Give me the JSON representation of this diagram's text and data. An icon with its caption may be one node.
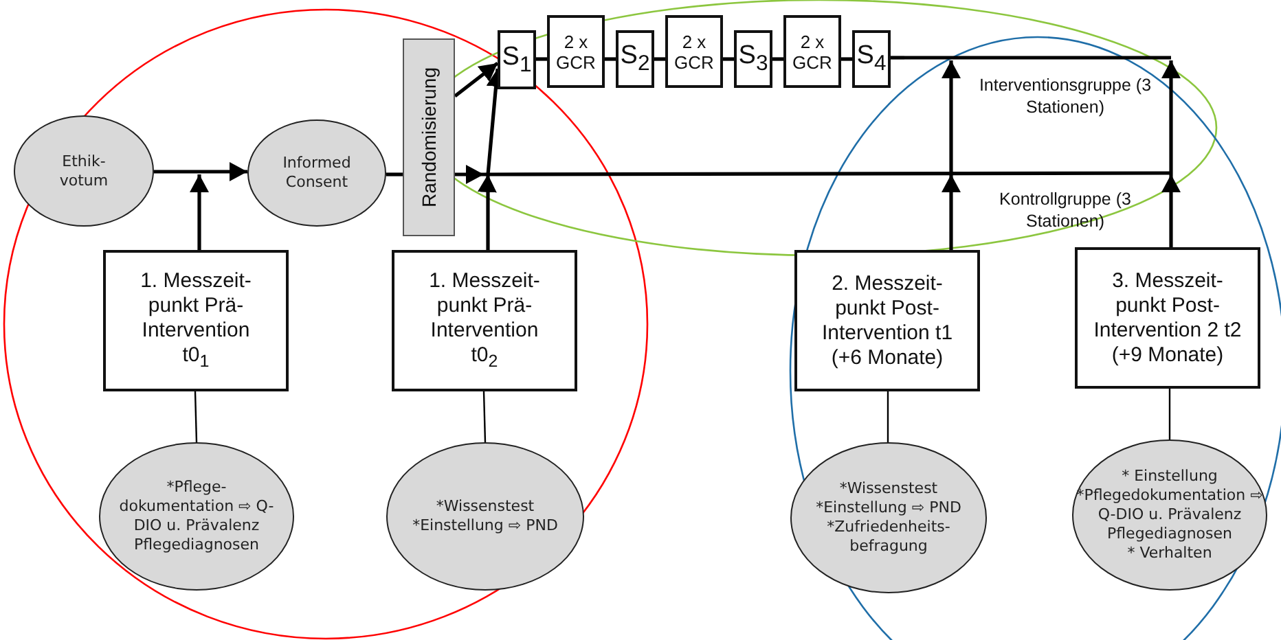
{
  "diagram": {
    "nodes": [
      {
        "text": [
          "Ethik- votum"
        ]
      },
      {
        "text": [
          "Informed Consent"
        ]
      },
      {
        "text": [
          "Randomisierung"
        ]
      },
      {
        "text": [
          "S$_{1}$"
        ]
      },
      {
        "text": [
          "2 x GCR"
        ]
      },
      {
        "text": [
          "S$_{2}$"
        ]
      },
      {
        "text": [
          "2 x GCR"
        ]
      },
      {
        "text": [
          "S$_{3}$"
        ]
      },
      {
        "text": [
          "2 x GCR"
        ]
      },
      {
        "text": [
          "S$_{4}$"
        ]
      },
      {
        "text": [
          "1. Messzeit- punkt Prä- Intervention t0$_{1}$"
        ]
      },
      {
        "text": [
          "1. Messzeit- punkt Prä- Intervention t0$_{2}$"
        ]
      },
      {
        "text": [
          "2. Messzeit- punkt Post- Intervention t1 (+6 Monate)"
        ]
      },
      {
        "text": [
          "3. Messzeit- punkt Post- Intervention 2 t2 (+9 Monate)"
        ]
      },
      {
        "text": [
          "*Pflege- dokumentation ⇨ Q-DIO u. Prävalenz Pflegediagnosen"
        ]
      },
      {
        "text": [
          "*Wissenstest",
          "*Einstellung ⇨ PND"
        ]
      },
      {
        "text": [
          "*Wissenstest",
          "*Einstellung ⇨ PND",
          "*Zufriedenheits- befragung"
        ]
      },
      {
        "text": [
          "* Einstellung",
          "*Pflegedokumentation ⇨ Q-DIO u. Prävalenz Pflegediagnosen",
          "* Verhalten"
        ]
      }
    ],
    "edges": [
      {
        "from": 0,
        "to": 1,
        "arrow": "to"
      },
      {
        "from": 10,
        "to": null,
        "arrow": "to"
      },
      {
        "from": 1,
        "to": 2,
        "arrow": "none"
      },
      {
        "from": 2,
        "to": 3,
        "arrow": "to"
      },
      {
        "from": 2,
        "to": null,
        "arrow": "to"
      },
      {
        "from": 11,
        "to": 3,
        "arrow": "to"
      },
      {
        "from": 3,
        "to": 4,
        "arrow": "none"
      },
      {
        "from": 4,
        "to": 5,
        "arrow": "none"
      },
      {
        "from": 5,
        "to": 6,
        "arrow": "none"
      },
      {
        "from": 6,
        "to": 7,
        "arrow": "none"
      },
      {
        "from": 7,
        "to": 8,
        "arrow": "none"
      },
      {
        "from": 8,
        "to": 9,
        "arrow": "none"
      },
      {
        "from": 9,
        "to": null,
        "arrow": "none"
      },
      {
        "from": 12,
        "to": null,
        "arrow": "to"
      },
      {
        "from": 13,
        "to": null,
        "arrow": "to"
      },
      {
        "from": 10,
        "to": 14,
        "arrow": "none"
      },
      {
        "from": 11,
        "to": 15,
        "arrow": "none"
      },
      {
        "from": 12,
        "to": 16,
        "arrow": "none"
      },
      {
        "from": 13,
        "to": 17,
        "arrow": "none"
      }
    ],
    "labels": [
      "Interventionsgruppe (3 Stationen)",
      "Kontrollgruppe (3 Stationen)"
    ]
  }
}
